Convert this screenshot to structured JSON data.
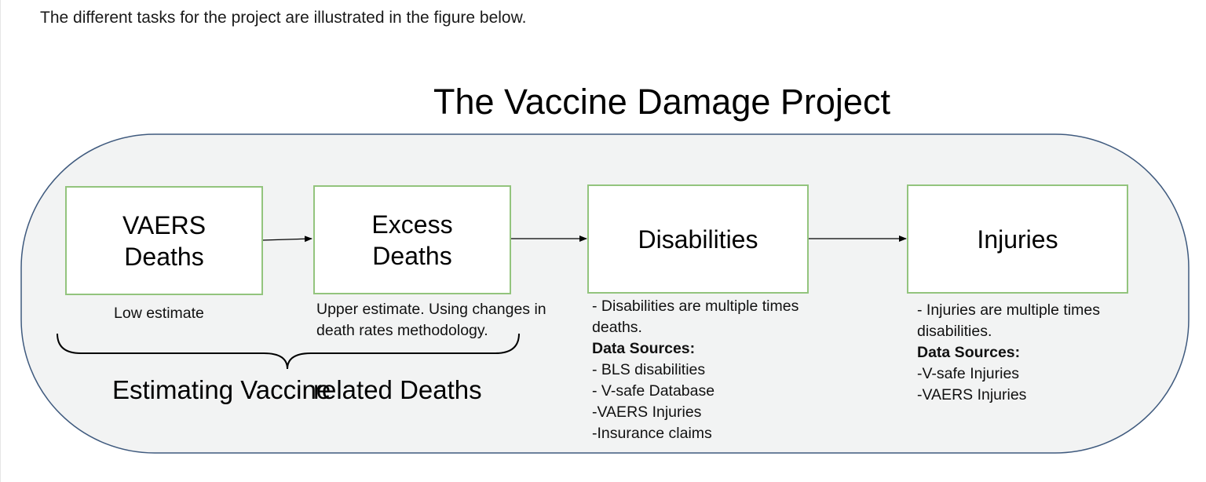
{
  "intro_text": "The different tasks for the project are illustrated in the figure below.",
  "diagram": {
    "title": "The Vaccine Damage Project",
    "colors": {
      "box_border": "#93c47d",
      "container_fill": "#f2f3f3",
      "container_border": "#3f5a7e"
    },
    "boxes": [
      {
        "line1": "VAERS",
        "line2": "Deaths"
      },
      {
        "line1": "Excess",
        "line2": "Deaths"
      },
      {
        "line1": "Disabilities"
      },
      {
        "line1": "Injuries"
      }
    ],
    "notes": {
      "vaers": "Low estimate",
      "excess": [
        "Upper estimate. Using changes in",
        "death rates methodology."
      ],
      "disabilities": {
        "lines": [
          "- Disabilities are multiple times",
          "deaths."
        ],
        "heading": "Data Sources:",
        "sources": [
          "- BLS disabilities",
          "- V-safe Database",
          "-VAERS Injuries",
          "-Insurance claims"
        ]
      },
      "injuries": {
        "lines": [
          "- Injuries are multiple times",
          "disabilities."
        ],
        "heading": "Data Sources:",
        "sources": [
          "-V-safe Injuries",
          "-VAERS Injuries"
        ]
      }
    },
    "brace_label": {
      "part1": "Estimating Vaccine",
      "part2": "related Deaths"
    }
  }
}
